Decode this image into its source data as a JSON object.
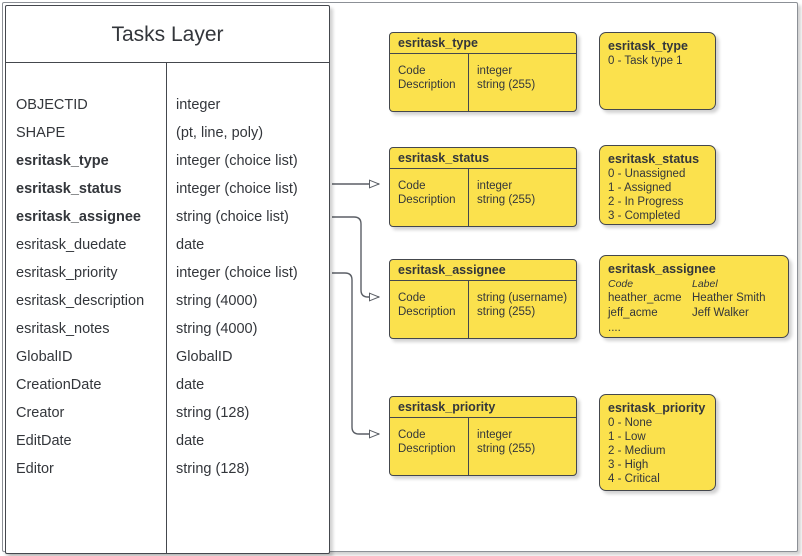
{
  "diagram": {
    "title": "Tasks Layer",
    "accent_color": "#fbe14d",
    "line_color": "#44474d",
    "background": "#ffffff"
  },
  "tasks_layer": {
    "title": "Tasks Layer",
    "fields": [
      {
        "name": "OBJECTID",
        "type": "integer",
        "bold": false
      },
      {
        "name": "SHAPE",
        "type": "(pt, line, poly)",
        "bold": false
      },
      {
        "name": "esritask_type",
        "type": "integer (choice list)",
        "bold": true
      },
      {
        "name": "esritask_status",
        "type": "integer (choice list)",
        "bold": true
      },
      {
        "name": "esritask_assignee",
        "type": "string (choice list)",
        "bold": true
      },
      {
        "name": "esritask_duedate",
        "type": "date",
        "bold": false
      },
      {
        "name": "esritask_priority",
        "type": "integer (choice list)",
        "bold": false
      },
      {
        "name": "esritask_description",
        "type": "string (4000)",
        "bold": false
      },
      {
        "name": "esritask_notes",
        "type": "string (4000)",
        "bold": false
      },
      {
        "name": "GlobalID",
        "type": "GlobalID",
        "bold": false
      },
      {
        "name": "CreationDate",
        "type": "date",
        "bold": false
      },
      {
        "name": "Creator",
        "type": "string (128)",
        "bold": false
      },
      {
        "name": "EditDate",
        "type": "date",
        "bold": false
      },
      {
        "name": "Editor",
        "type": "string (128)",
        "bold": false
      }
    ]
  },
  "domain_tables": [
    {
      "id": "type",
      "header": "esritask_type",
      "left_rows": [
        "Code",
        "Description"
      ],
      "right_rows": [
        "integer",
        "string (255)"
      ]
    },
    {
      "id": "status",
      "header": "esritask_status",
      "left_rows": [
        "Code",
        "Description"
      ],
      "right_rows": [
        "integer",
        "string (255)"
      ]
    },
    {
      "id": "assignee",
      "header": "esritask_assignee",
      "left_rows": [
        "Code",
        "Description"
      ],
      "right_rows": [
        "string  (username)",
        "string (255)"
      ]
    },
    {
      "id": "priority",
      "header": "esritask_priority",
      "left_rows": [
        "Code",
        "Description"
      ],
      "right_rows": [
        "integer",
        "string (255)"
      ]
    }
  ],
  "domain_values": {
    "type": {
      "title": "esritask_type",
      "lines": [
        "0 - Task type 1"
      ]
    },
    "status": {
      "title": "esritask_status",
      "lines": [
        "0 - Unassigned",
        "1 - Assigned",
        "2 - In Progress",
        "3 - Completed"
      ]
    },
    "assignee": {
      "title": "esritask_assignee",
      "head": {
        "code": "Code",
        "label": "Label"
      },
      "rows": [
        {
          "code": "heather_acme",
          "label": "Heather Smith"
        },
        {
          "code": "jeff_acme",
          "label": "Jeff Walker"
        },
        {
          "code": "....",
          "label": ""
        }
      ]
    },
    "priority": {
      "title": "esritask_priority",
      "lines": [
        "0 - None",
        "1 - Low",
        "2 - Medium",
        "3 - High",
        "4 - Critical"
      ]
    }
  }
}
